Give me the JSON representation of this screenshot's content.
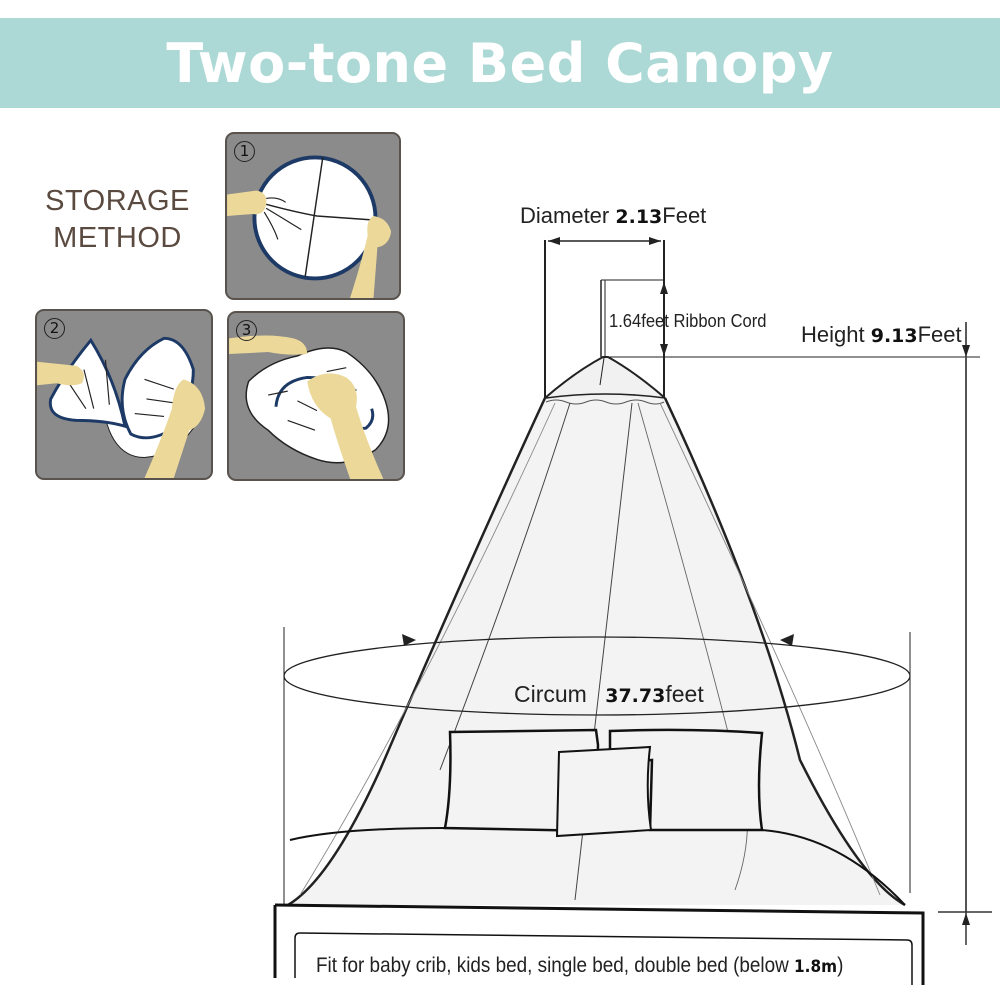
{
  "banner": {
    "title": "Two-tone Bed Canopy",
    "background_color": "#acd9d5",
    "text_color": "#ffffff"
  },
  "storage": {
    "label_line1": "STORAGE",
    "label_line2": "METHOD",
    "steps": [
      {
        "number": "1",
        "description-icon": "fold-ring-open-icon"
      },
      {
        "number": "2",
        "description-icon": "fold-ring-twist-icon"
      },
      {
        "number": "3",
        "description-icon": "fold-ring-bundle-icon"
      }
    ],
    "panel_color": "#8b8b8b",
    "ring_color": "#1d3a66",
    "hand_color": "#ecd99a"
  },
  "dimensions": {
    "diameter": {
      "label": "Diameter",
      "value": "2.13",
      "unit": "Feet"
    },
    "ribbon": {
      "value": "1.64",
      "unit": "feet",
      "label": "Ribbon Cord"
    },
    "height": {
      "label": "Height",
      "value": "9.13",
      "unit": "Feet"
    },
    "circumference": {
      "label": "Circum",
      "value": "37.73",
      "unit": "feet"
    }
  },
  "fit": {
    "text": "Fit for baby crib, kids bed, single bed, double bed (below ",
    "value": "1.8m",
    "close": ")"
  }
}
